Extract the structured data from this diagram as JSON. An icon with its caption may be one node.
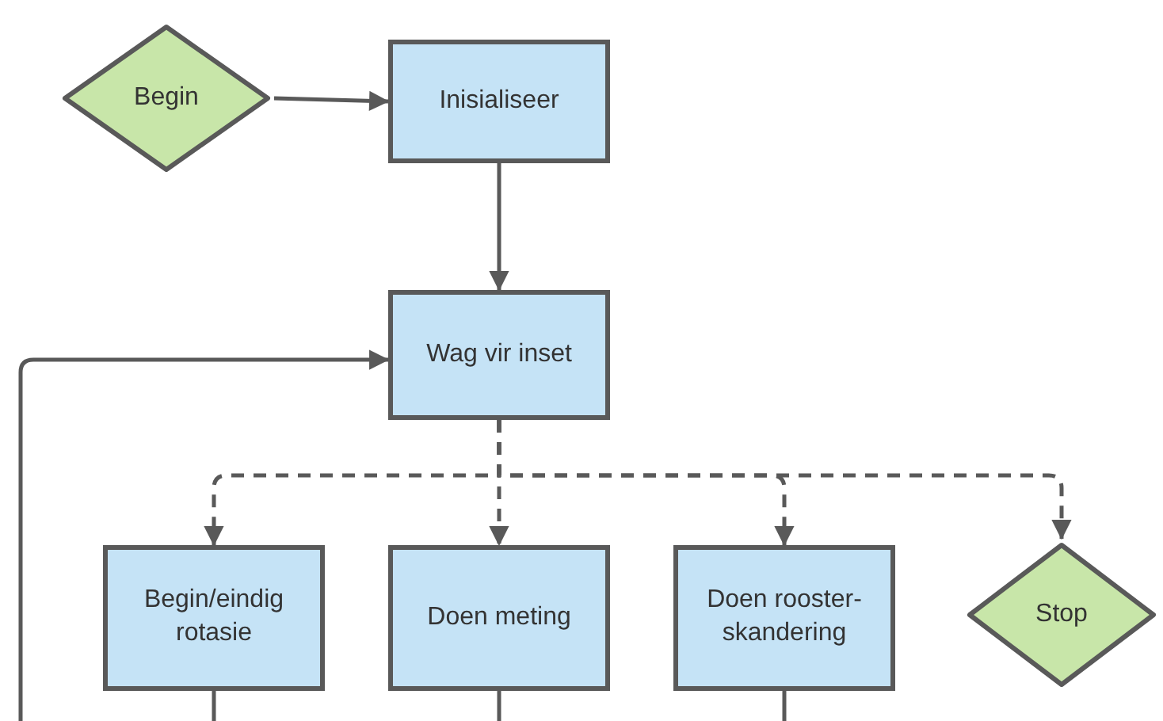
{
  "diagram": {
    "nodes": [
      {
        "text": [
          "Begin"
        ]
      },
      {
        "text": [
          "Inisialiseer"
        ]
      },
      {
        "text": [
          "Wag vir inset"
        ]
      },
      {
        "text": [
          "Begin/eindig rotasie"
        ]
      },
      {
        "text": [
          "Doen meting"
        ]
      },
      {
        "text": [
          "Doen rooster-skandering"
        ]
      },
      {
        "text": [
          "Stop"
        ]
      }
    ],
    "edges": [
      {
        "from": 0,
        "to": 1,
        "arrow": "to"
      },
      {
        "from": 1,
        "to": 2,
        "arrow": "to"
      },
      {
        "from": 2,
        "to": 3,
        "arrow": "to",
        "style": "dashed"
      },
      {
        "from": 2,
        "to": 4,
        "arrow": "to",
        "style": "dashed"
      },
      {
        "from": 2,
        "to": 5,
        "arrow": "to",
        "style": "dashed"
      },
      {
        "from": 2,
        "to": 6,
        "arrow": "to",
        "style": "dashed"
      },
      {
        "from": null,
        "to": 2,
        "arrow": "to"
      },
      {
        "from": 3,
        "to": null,
        "arrow": "none"
      },
      {
        "from": 4,
        "to": null,
        "arrow": "none"
      },
      {
        "from": 5,
        "to": null,
        "arrow": "none"
      }
    ]
  }
}
